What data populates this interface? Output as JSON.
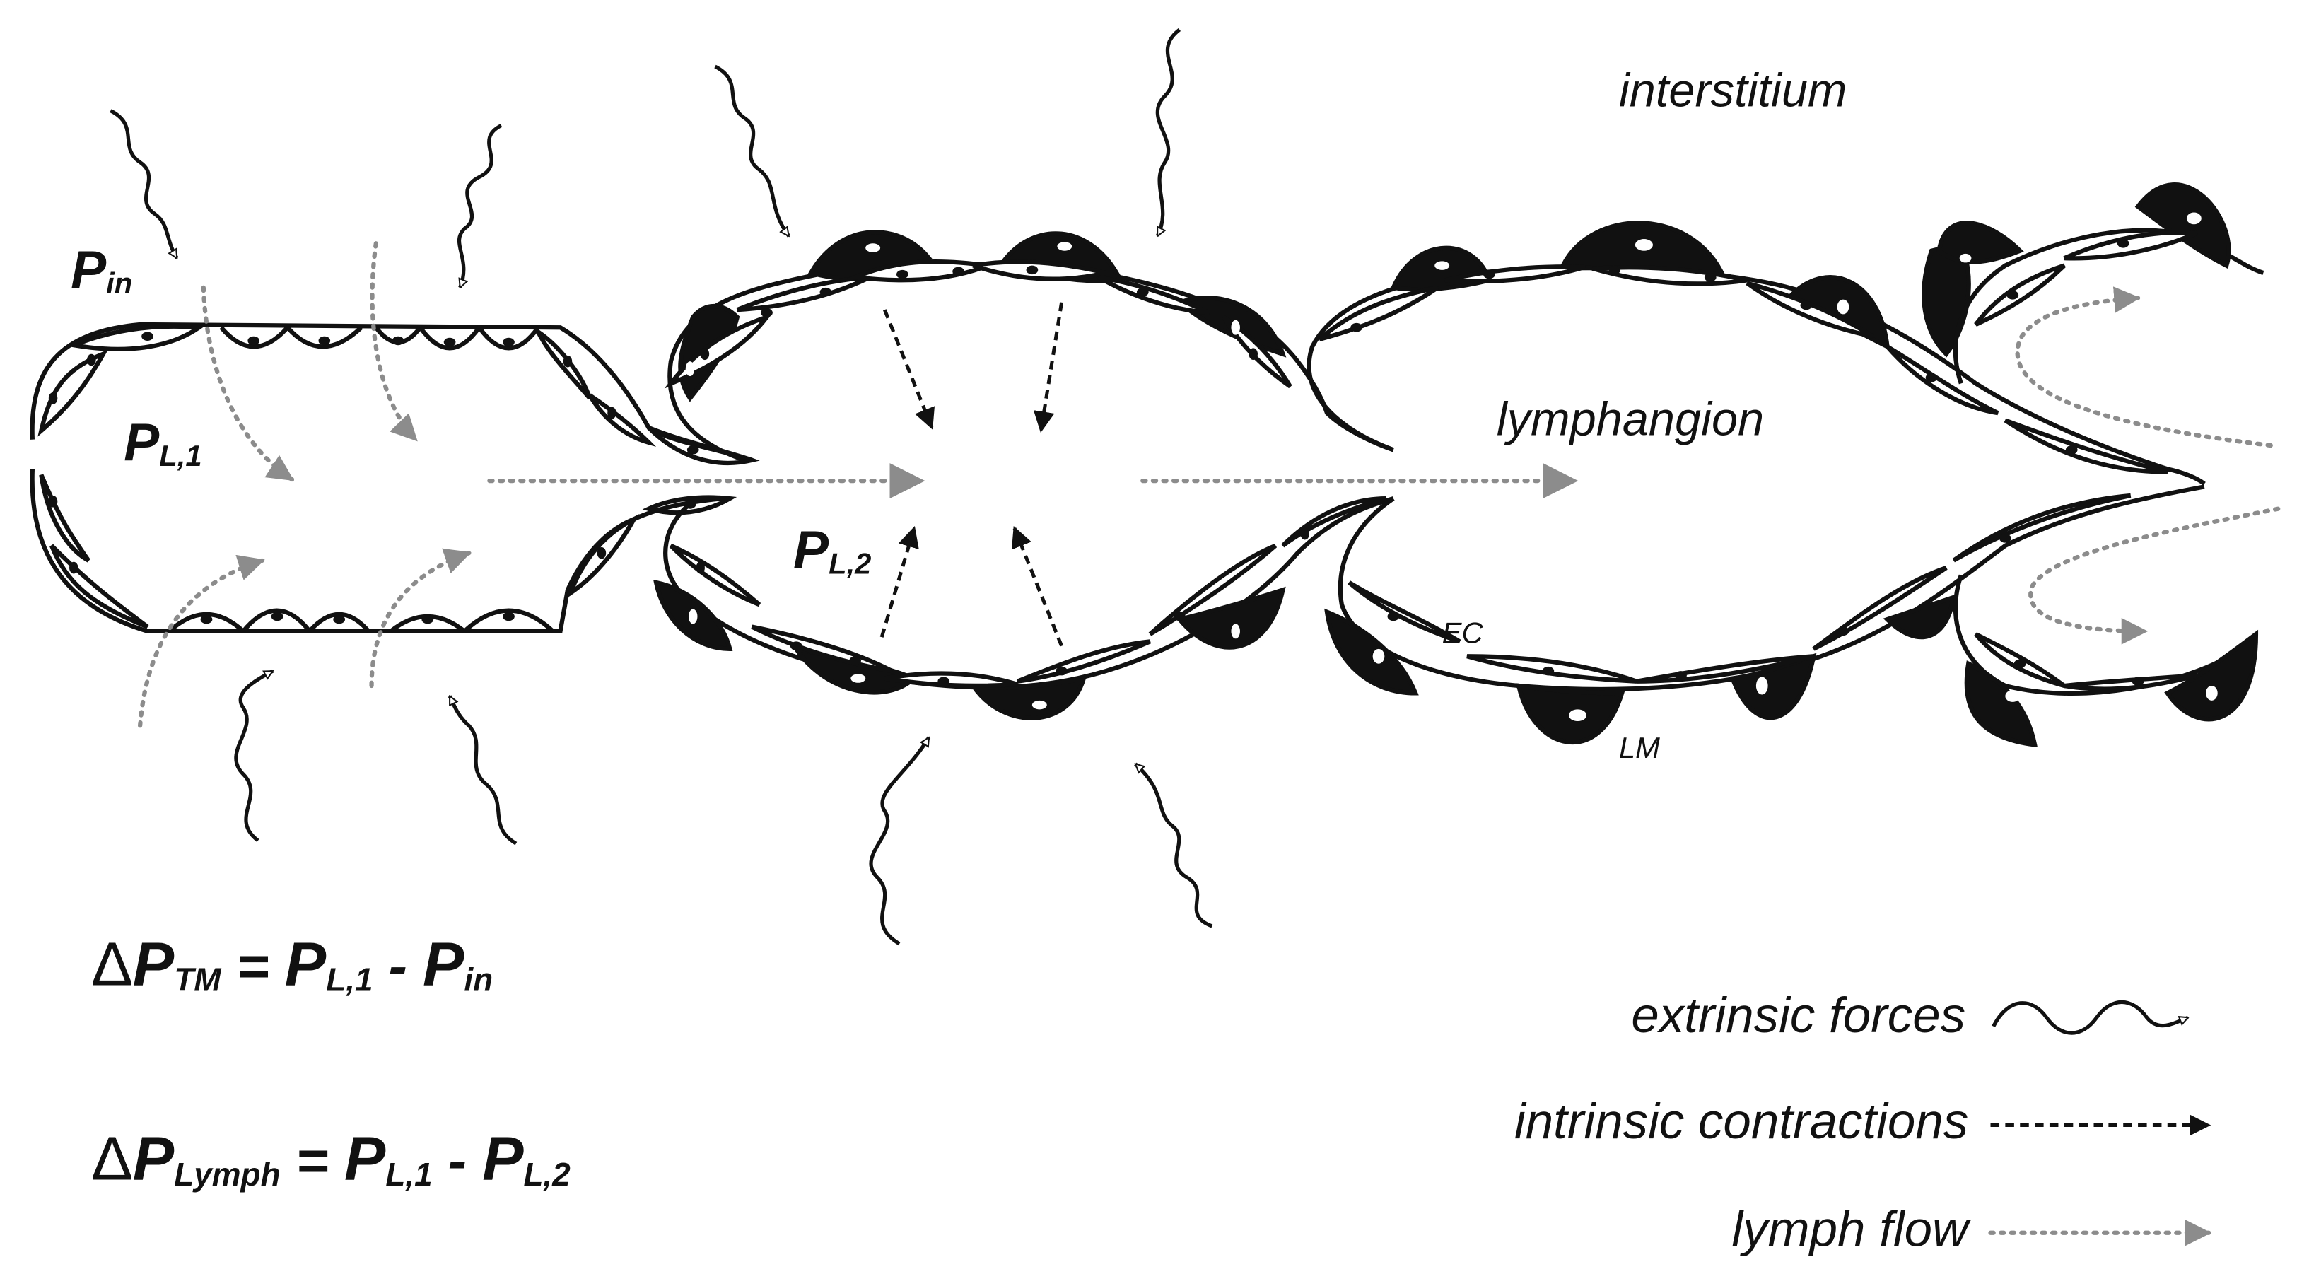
{
  "labels": {
    "interstitium": "interstitium",
    "lymphangion": "lymphangion",
    "ec": "EC",
    "lm": "LM",
    "p_in": {
      "main": "P",
      "sub": "in"
    },
    "p_l1": {
      "main": "P",
      "sub": "L,1"
    },
    "p_l2": {
      "main": "P",
      "sub": "L,2"
    }
  },
  "equations": {
    "tm": {
      "delta": "Δ",
      "p": "P",
      "sub": "TM",
      "rhs_main1": "P",
      "rhs_sub1": "L,1",
      "minus": " - ",
      "rhs_main2": "P",
      "rhs_sub2": "in",
      "eq": " = "
    },
    "lymph": {
      "delta": "Δ",
      "p": "P",
      "sub": "Lymph",
      "rhs_main1": "P",
      "rhs_sub1": "L,1",
      "minus": " - ",
      "rhs_main2": "P",
      "rhs_sub2": "L,2",
      "eq": " = "
    }
  },
  "legend": {
    "extrinsic": "extrinsic forces",
    "intrinsic": "intrinsic contractions",
    "flow": "lymph flow"
  },
  "colors": {
    "ink": "#111111",
    "flow_gray": "#8c8c8c",
    "white": "#ffffff"
  },
  "icons": [
    "wavy-arrow-icon",
    "dashed-arrow-icon",
    "dotted-arrow-icon"
  ]
}
